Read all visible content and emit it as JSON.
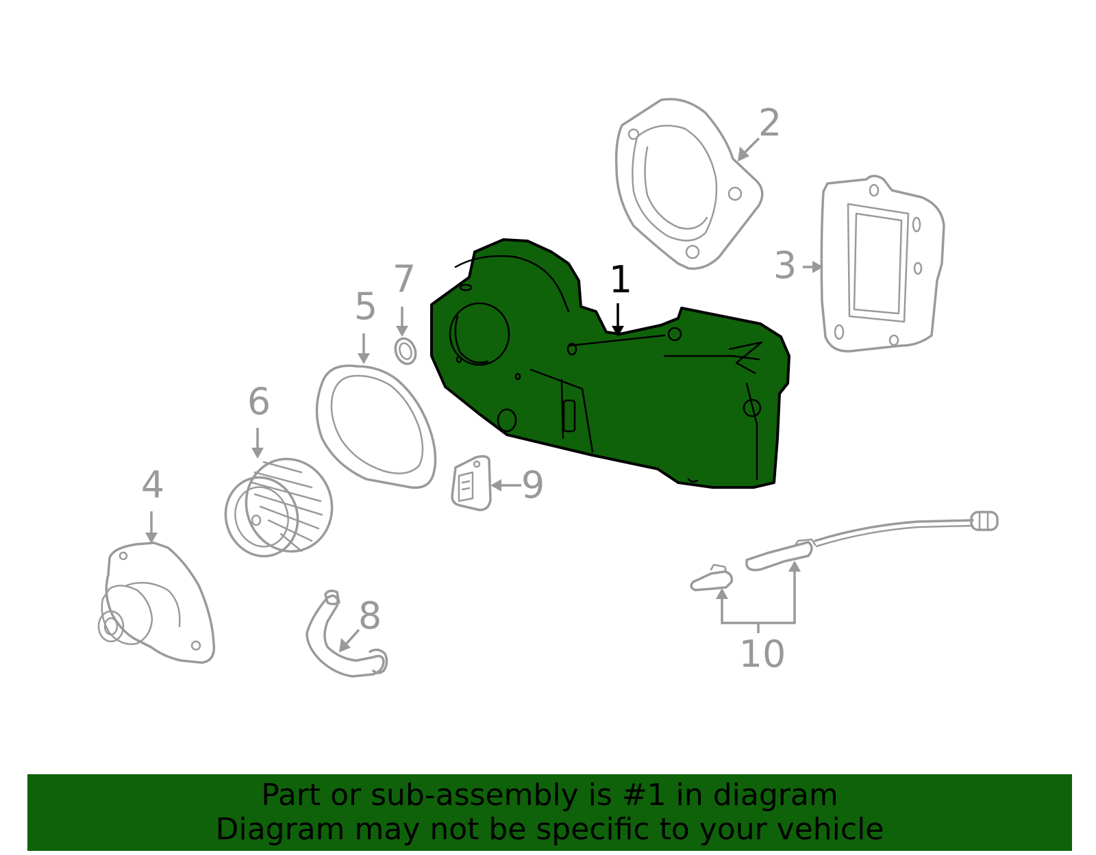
{
  "colors": {
    "highlight": "#0f620a",
    "part_stroke": "#9a9a9a",
    "callout_text": "#999999",
    "selected_text": "#000000",
    "background": "#ffffff"
  },
  "callouts": {
    "c1": "1",
    "c2": "2",
    "c3": "3",
    "c4": "4",
    "c5": "5",
    "c6": "6",
    "c7": "7",
    "c8": "8",
    "c9": "9",
    "c10": "10"
  },
  "selected_part": "1",
  "banner": {
    "line1": "Part or sub-assembly is #1 in diagram",
    "line2": "Diagram may not be specific to your vehicle"
  }
}
